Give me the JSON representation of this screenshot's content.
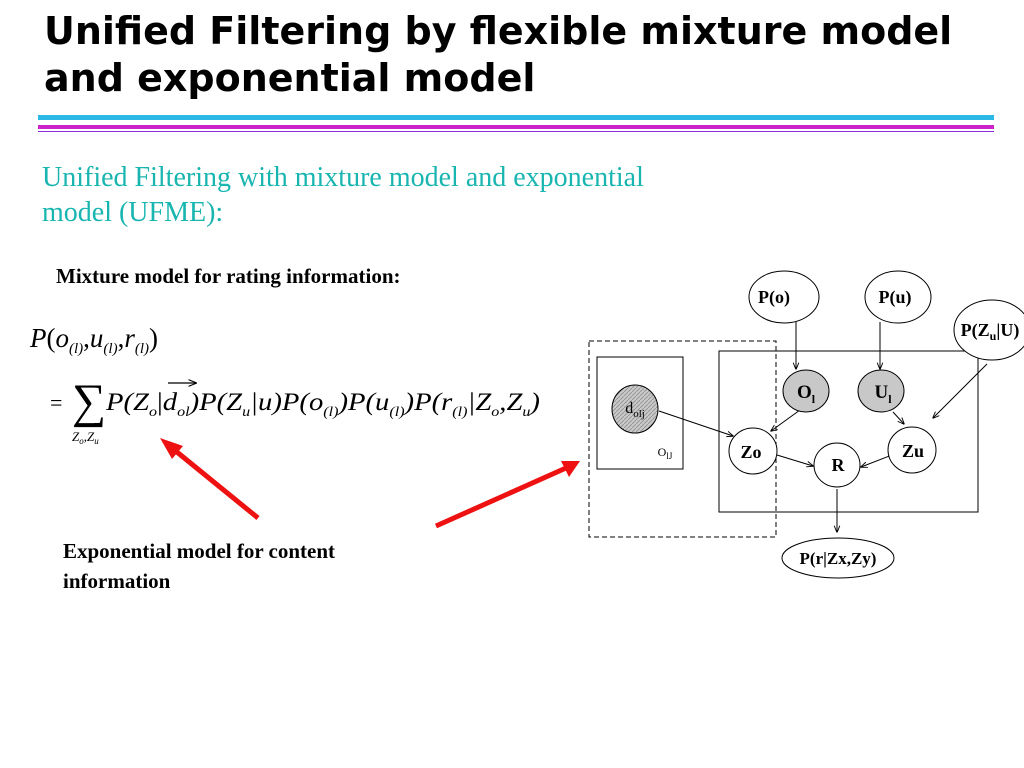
{
  "slide": {
    "title": "Unified Filtering by flexible mixture model and exponential model",
    "subtitle": "Unified Filtering with mixture model and exponential model (UFME):",
    "mixture_heading": "Mixture model for rating information:",
    "exponential_note": "Exponential model for content information",
    "colors": {
      "title_rule_cyan": "#2db9e6",
      "title_rule_magenta": "#cc22cc",
      "subtitle": "#19b5b0",
      "arrow": "#ee1111",
      "observed_node": "#c8c8c8"
    }
  },
  "formula": {
    "lhs": {
      "p": "P",
      "o": "o",
      "u": "u",
      "r": "r",
      "sub": "(l)"
    },
    "eq": "=",
    "sum_sub": {
      "zo": "Z",
      "o": "o",
      "zu": "Z",
      "u": "u"
    },
    "rhs": {
      "pzo": "P(Z",
      "o_sub": "o",
      "bar": "|",
      "d": "d",
      "d_sub": "ol",
      "pzu": ")P(Z",
      "u_sub": "u",
      "mid": "|u)P(o",
      "l1": "(l)",
      "pu": ")P(u",
      "l2": "(l)",
      "pr": ")P(r",
      "l3": "(l)",
      "bar2": "|Z",
      "o2": "o",
      "comma": ",Z",
      "u2": "u",
      "close": ")"
    }
  },
  "diagram": {
    "nodes": {
      "po": "P(o)",
      "pu": "P(u)",
      "pzu_main": "P(Z",
      "pzu_sub": "u",
      "pzu_rest": "|U)",
      "ol_main": "O",
      "ol_sub": "l",
      "ul_main": "U",
      "ul_sub": "l",
      "d_main": "d",
      "d_sub": "olj",
      "zo": "Zo",
      "zu": "Zu",
      "r": "R",
      "prz": "P(r|Zx,Zy)"
    },
    "plates": {
      "olj_main": "O",
      "olj_sub": "lJ"
    }
  }
}
